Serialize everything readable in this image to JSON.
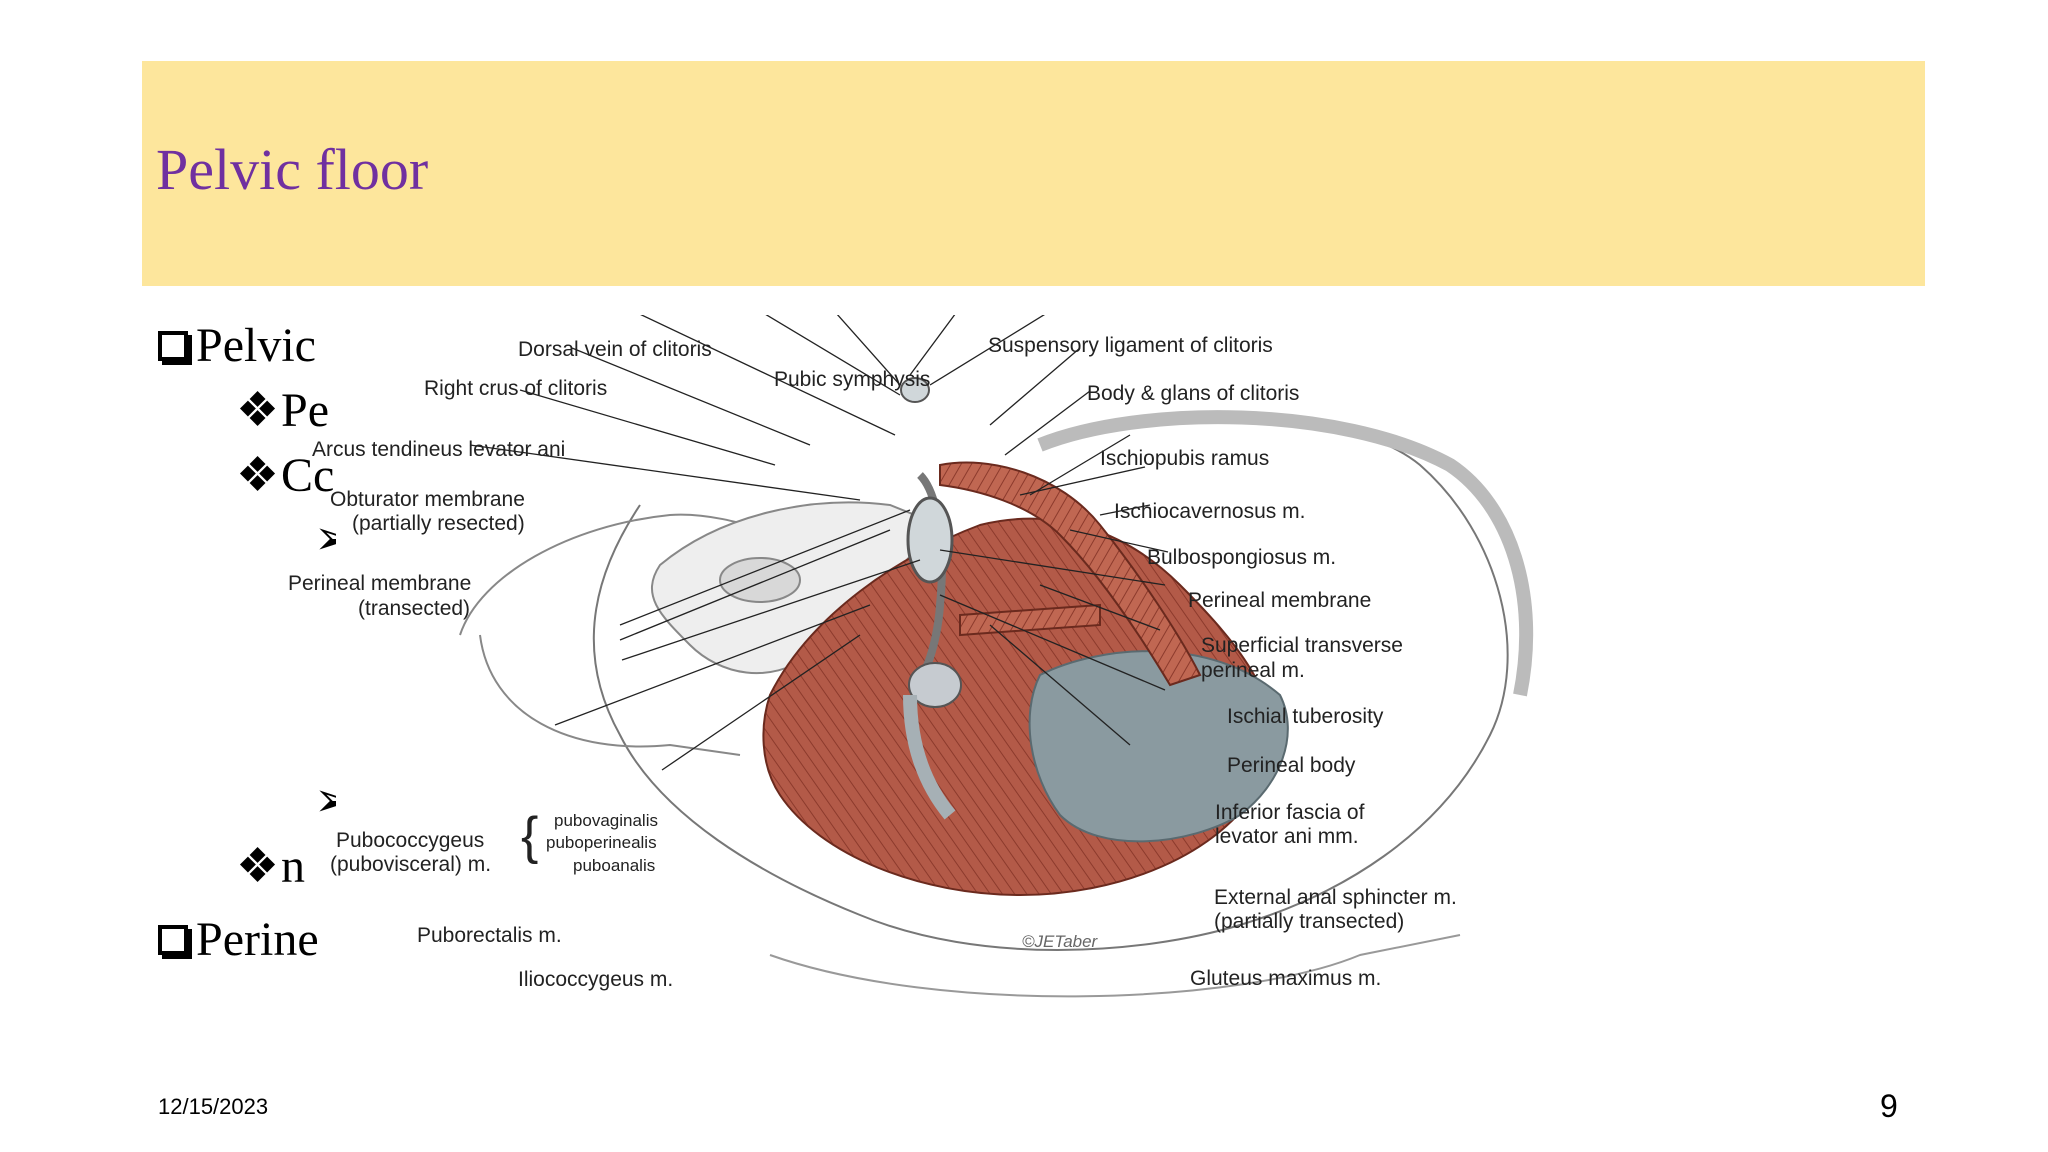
{
  "slide": {
    "title": "Pelvic floor",
    "date": "12/15/2023",
    "page_number": "9",
    "title_color": "#7030a0",
    "title_bar_color": "#fde69c"
  },
  "bullets": [
    {
      "marker": "box",
      "text": "Pelvic"
    },
    {
      "marker": "diamond",
      "text": "Pe"
    },
    {
      "marker": "diamond",
      "text": "Cc"
    },
    {
      "marker": "arrow",
      "text": ""
    },
    {
      "marker": "arrow",
      "text": ""
    },
    {
      "marker": "diamond",
      "text": "n"
    },
    {
      "marker": "box",
      "text": "Perine"
    }
  ],
  "markers": {
    "diamond": "❖",
    "arrow": "➢"
  },
  "figure": {
    "labels_left": {
      "dorsal_vein": "Dorsal vein of clitoris",
      "right_crus": "Right crus of clitoris",
      "arcus": "Arcus tendineus levator ani",
      "obturator_1": "Obturator membrane",
      "obturator_2": "(partially resected)",
      "perineal_membrane_l1": "Perineal membrane",
      "perineal_membrane_l2": "(transected)",
      "pubococcygeus_1": "Pubococcygeus",
      "pubococcygeus_2": "(pubovisceral) m.",
      "pubovaginalis": "pubovaginalis",
      "puboperinealis": "puboperinealis",
      "puboanalis": "puboanalis",
      "puborectalis": "Puborectalis m.",
      "iliococcygeus": "Iliococcygeus m."
    },
    "labels_top": {
      "pubic_symphysis": "Pubic symphysis",
      "suspensory": "Suspensory ligament of clitoris"
    },
    "labels_right": {
      "body_glans": "Body & glans of clitoris",
      "ischiopubis": "Ischiopubis ramus",
      "ischiocavernosus": "Ischiocavernosus m.",
      "bulbospongiosus": "Bulbospongiosus m.",
      "perineal_membrane": "Perineal membrane",
      "sup_transverse_1": "Superficial transverse",
      "sup_transverse_2": "perineal m.",
      "ischial_tuberosity": "Ischial tuberosity",
      "perineal_body": "Perineal body",
      "inferior_fascia_1": "Inferior fascia of",
      "inferior_fascia_2": "levator ani mm.",
      "external_anal_1": "External anal sphincter m.",
      "external_anal_2": "(partially transected)",
      "gluteus": "Gluteus maximus m."
    },
    "signature": "©JETaber"
  }
}
